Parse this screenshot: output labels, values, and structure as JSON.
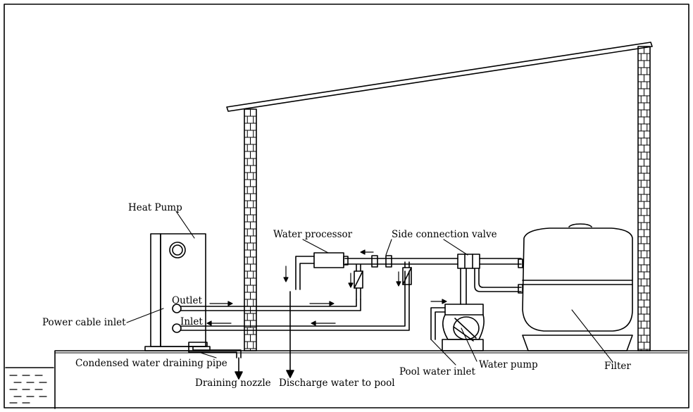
{
  "labels": {
    "heat_pump": "Heat Pump",
    "outlet": "Outlet",
    "inlet": "Inlet",
    "power_cable_inlet": "Power cable inlet",
    "condensed_water_draining_pipe": "Condensed water draining pipe",
    "draining_nozzle": "Draining nozzle",
    "discharge_water_to_pool": "Discharge water to pool",
    "water_processor": "Water processor",
    "side_connection_valve": "Side connection valve",
    "pool_water_inlet": "Pool water inlet",
    "water_pump": "Water pump",
    "filter": "Filter"
  },
  "colors": {
    "line": "#000000",
    "background": "#ffffff"
  },
  "icons": [
    "brick-wall-icon",
    "flow-arrow-icon",
    "check-valve-icon",
    "water-surface-icon"
  ]
}
